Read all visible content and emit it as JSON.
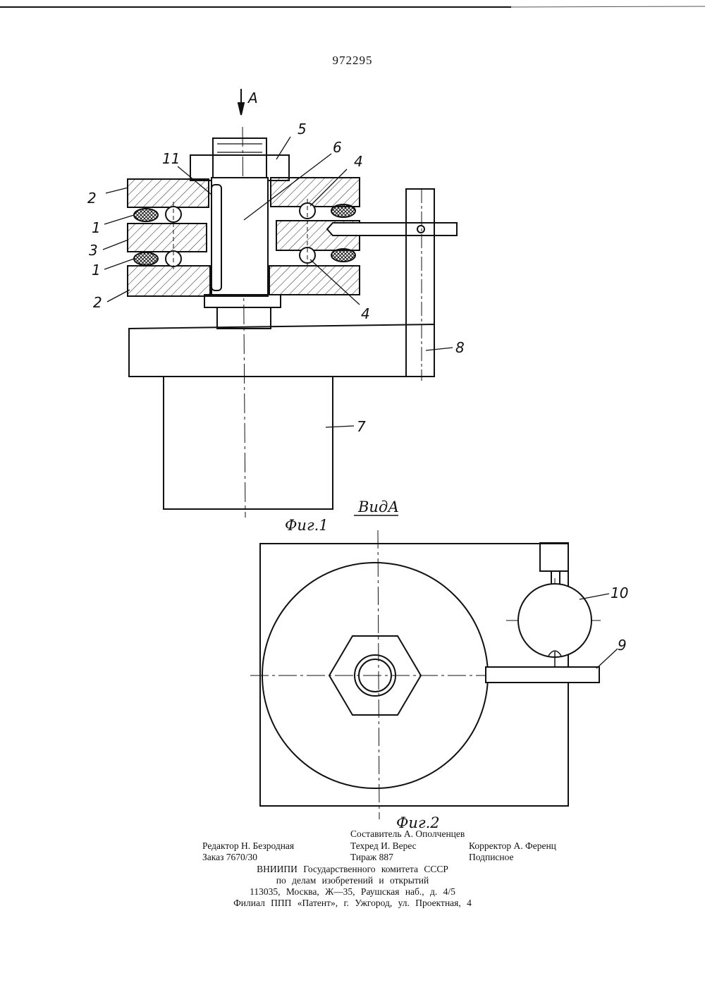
{
  "document": {
    "patent_number": "972295",
    "section_marker": "A",
    "view_title": "ВидА",
    "fig1_caption": "Фиг.1",
    "fig2_caption": "Фиг.2"
  },
  "fig1_labels": {
    "l5": "5",
    "l6": "6",
    "l11": "11",
    "l4a": "4",
    "l4b": "4",
    "l2a": "2",
    "l1a": "1",
    "l3": "3",
    "l1b": "1",
    "l2b": "2",
    "l8": "8",
    "l7": "7"
  },
  "fig2_labels": {
    "l10": "10",
    "l9": "9"
  },
  "colophon": {
    "compiler": "Составитель А. Ополченцев",
    "editor": "Редактор Н. Безродная",
    "techred": "Техред И. Верес",
    "corrector": "Корректор А. Ференц",
    "order": "Заказ 7670/30",
    "circulation": "Тираж 887",
    "subscription": "Подписное",
    "org_line1": "ВНИИПИ Государственного комитета СССР",
    "org_line2": "по делам изобретений и открытий",
    "org_line3": "113035, Москва, Ж—35, Раушская наб., д. 4/5",
    "org_line4": "Филиал ППП «Патент», г. Ужгород, ул. Проектная, 4"
  }
}
